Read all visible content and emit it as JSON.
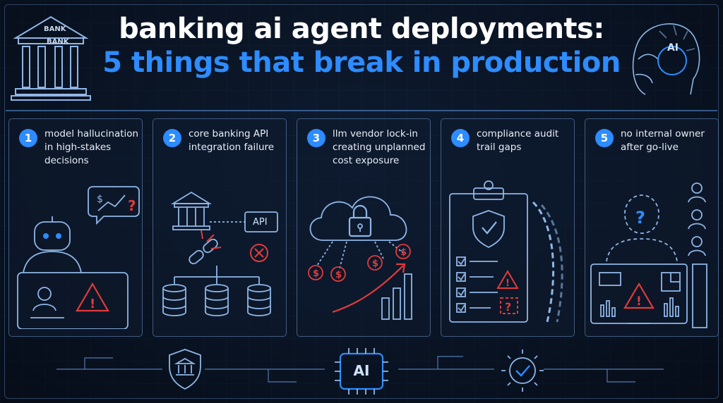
{
  "title_line_1": "banking ai agent deployments:",
  "title_line_2": "5 things that break in production",
  "illustration_labels": {
    "bank_sign_top": "BANK",
    "bank_sign_bottom": "BANK",
    "head_badge": "AI",
    "api_box": "API",
    "chip": "AI"
  },
  "panels": [
    {
      "number": "1",
      "title": "model hallucination in high-stakes decisions"
    },
    {
      "number": "2",
      "title": "core banking API integration failure"
    },
    {
      "number": "3",
      "title": "llm vendor lock-in creating unplanned cost exposure"
    },
    {
      "number": "4",
      "title": "compliance audit trail gaps"
    },
    {
      "number": "5",
      "title": "no internal owner after go-live"
    }
  ],
  "colors": {
    "background": "#0a1424",
    "accent_blue": "#2d8cff",
    "warning_red": "#e23a3a",
    "line": "#8fb6e6"
  },
  "icons": [
    "bank-icon",
    "ai-head-icon",
    "robot-icon",
    "warning-icon",
    "api-icon",
    "broken-link-icon",
    "database-icon",
    "cloud-lock-icon",
    "dollar-coin-icon",
    "clipboard-icon",
    "shield-check-icon",
    "question-mark-icon",
    "person-icon",
    "monitor-icon",
    "ai-chip-icon",
    "gear-check-icon"
  ]
}
